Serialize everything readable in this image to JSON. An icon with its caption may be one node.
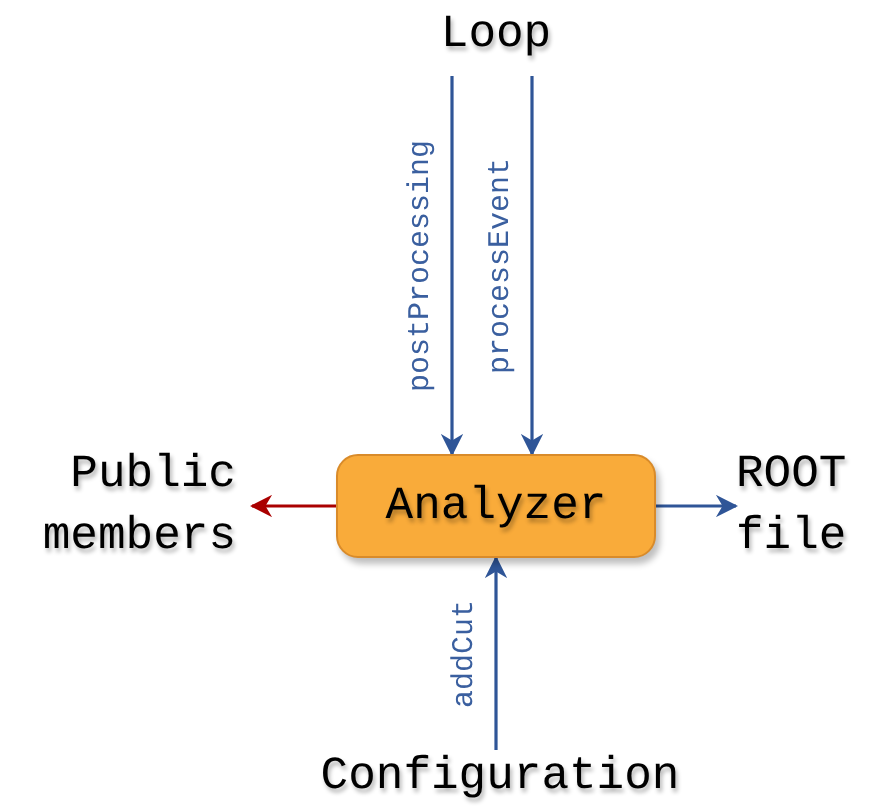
{
  "diagram": {
    "nodes": [
      {
        "text": [
          "Loop"
        ]
      },
      {
        "text": [
          "Analyzer"
        ]
      },
      {
        "text": [
          "Public members"
        ]
      },
      {
        "text": [
          "ROOT file"
        ]
      },
      {
        "text": [
          "Configuration"
        ]
      }
    ],
    "edges": [
      {
        "from": 0,
        "to": 1,
        "arrow": "to",
        "label": "postProcessing"
      },
      {
        "from": 0,
        "to": 1,
        "arrow": "to",
        "label": "processEvent"
      },
      {
        "from": 1,
        "to": 2,
        "arrow": "to",
        "color": "#aa0000"
      },
      {
        "from": 1,
        "to": 3,
        "arrow": "to"
      },
      {
        "from": 4,
        "to": 1,
        "arrow": "to",
        "label": "addCut"
      }
    ]
  }
}
